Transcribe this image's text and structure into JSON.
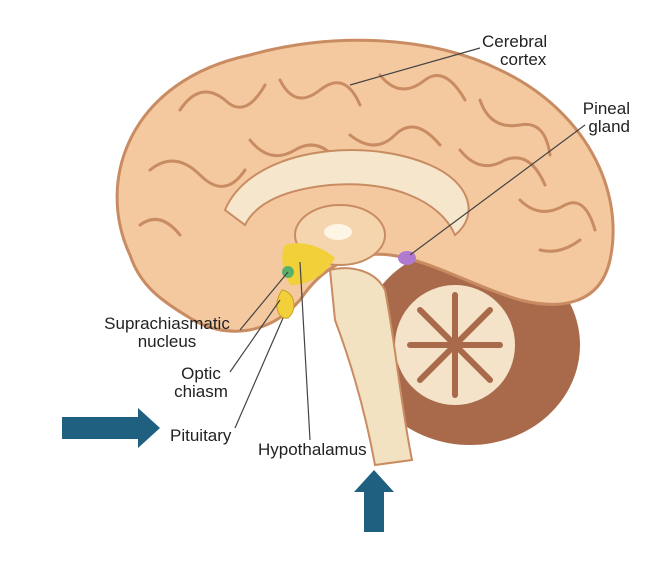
{
  "labels": {
    "cerebral_cortex": [
      "Cerebral",
      "cortex"
    ],
    "pineal_gland": [
      "Pineal",
      "gland"
    ],
    "suprachiasmatic_nucleus": [
      "Suprachiasmatic",
      "nucleus"
    ],
    "optic_chiasm": [
      "Optic",
      "chiasm"
    ],
    "pituitary": "Pituitary",
    "hypothalamus": "Hypothalamus"
  },
  "colors": {
    "brain_fill": "#f4c9a0",
    "gyrus_line": "#c98c62",
    "arrow": "#1f5f7f",
    "hypothalamus_region": "#f2d03a",
    "pineal": "#b07ad0",
    "cerebellum": "#a86a4a",
    "brainstem": "#f3e2c2"
  },
  "arrows": [
    {
      "points_to": "pituitary",
      "direction": "right"
    },
    {
      "points_to": "hypothalamus",
      "direction": "up"
    }
  ]
}
